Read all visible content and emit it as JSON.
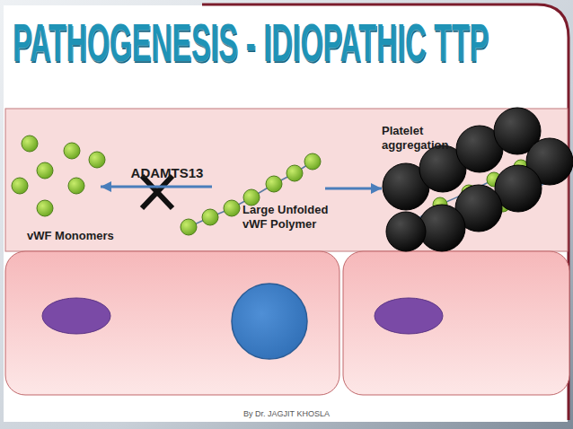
{
  "diagram": {
    "title": "PATHOGENESIS - IDIOPATHIC TTP",
    "nodes": [
      {
        "text": [
          "vWF Monomers"
        ]
      },
      {
        "text": [
          "Large Unfolded vWF Polymer"
        ]
      },
      {
        "text": [
          "Platelet aggregation"
        ]
      }
    ],
    "edges": [
      {
        "from": 1,
        "to": 0,
        "label": "ADAMTS13",
        "arrow": "to"
      },
      {
        "from": 1,
        "to": 2,
        "arrow": "to"
      }
    ],
    "labels": [
      "By Dr. JAGJIT KHOSLA"
    ]
  }
}
